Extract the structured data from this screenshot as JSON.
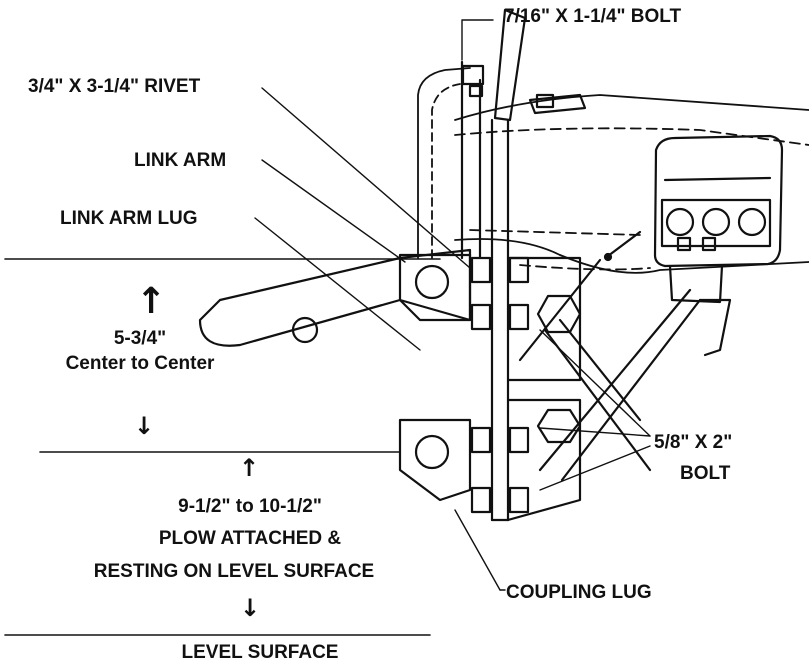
{
  "labels": {
    "bolt_top": "7/16\" X 1-1/4\" BOLT",
    "rivet": "3/4\" X 3-1/4\" RIVET",
    "link_arm": "LINK ARM",
    "link_arm_lug": "LINK ARM LUG",
    "spacing_value": "5-3/4\"",
    "spacing_caption": "Center to Center",
    "height_value": "9-1/2\" to 10-1/2\"",
    "height_line1": "PLOW ATTACHED &",
    "height_line2": "RESTING ON LEVEL SURFACE",
    "bolt_side_line1": "5/8\" X 2\"",
    "bolt_side_line2": "BOLT",
    "coupling_lug": "COUPLING  LUG",
    "level_surface": "LEVEL SURFACE"
  },
  "arrows": {
    "up": "↑",
    "down": "↓"
  }
}
